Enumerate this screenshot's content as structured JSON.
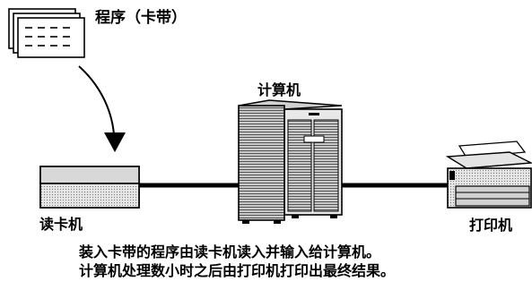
{
  "labels": {
    "program": "程序（卡带）",
    "computer": "计算机",
    "card_reader": "读卡机",
    "printer": "打印机"
  },
  "caption": {
    "line1": "装入卡带的程序由读卡机读入并输入给计算机。",
    "line2": "计算机处理数小时之后由打印机打印出最终结果。"
  }
}
